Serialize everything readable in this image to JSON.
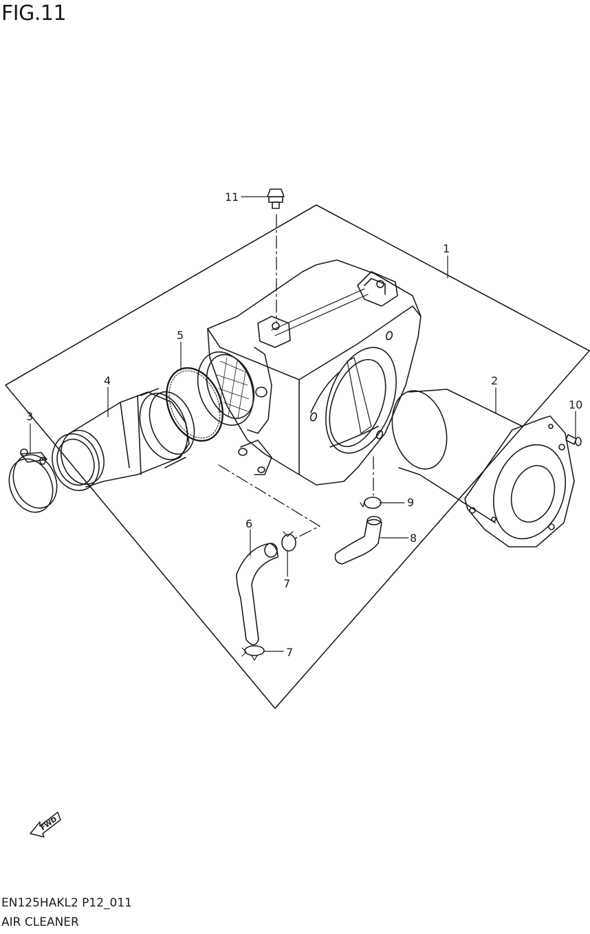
{
  "figure": {
    "title": "FIG.11",
    "code": "EN125HAKL2 P12_011",
    "caption": "AIR CLEANER"
  },
  "direction_badge": {
    "label": "FWD",
    "icon": "forward-arrow-icon"
  },
  "callouts": [
    {
      "id": "1",
      "part": "air-cleaner-case"
    },
    {
      "id": "2",
      "part": "air-filter-element"
    },
    {
      "id": "3",
      "part": "hose-clamp"
    },
    {
      "id": "4",
      "part": "intake-pipe"
    },
    {
      "id": "5",
      "part": "o-ring"
    },
    {
      "id": "6",
      "part": "drain-hose"
    },
    {
      "id": "7",
      "part": "clip"
    },
    {
      "id": "7",
      "part": "clip"
    },
    {
      "id": "8",
      "part": "hose"
    },
    {
      "id": "9",
      "part": "clip"
    },
    {
      "id": "10",
      "part": "screw"
    },
    {
      "id": "11",
      "part": "bolt"
    }
  ]
}
